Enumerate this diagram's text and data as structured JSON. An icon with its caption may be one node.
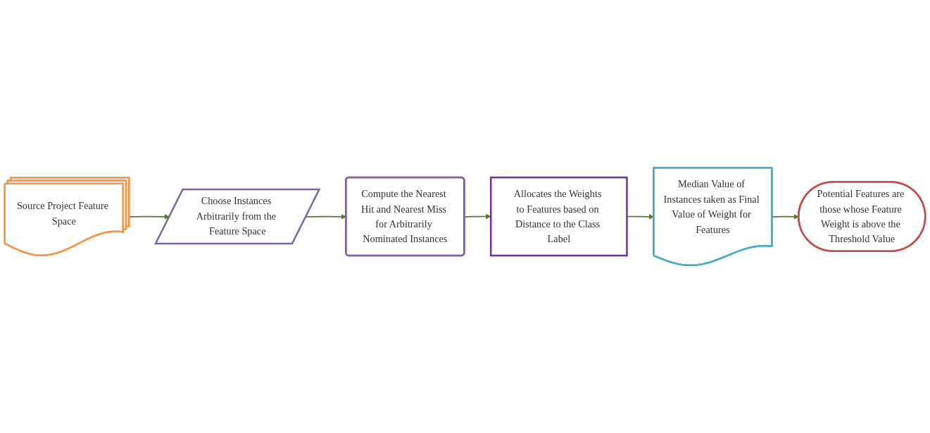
{
  "diagram": {
    "nodes": [
      {
        "text": [
          "Source Project Feature Space"
        ]
      },
      {
        "text": [
          "Choose Instances Arbitrarily from the Feature Space"
        ]
      },
      {
        "text": [
          "Compute the Nearest Hit and Nearest Miss for Arbitrarily Nominated Instances"
        ]
      },
      {
        "text": [
          "Allocates the Weights to Features based on Distance to the Class Label"
        ]
      },
      {
        "text": [
          "Median Value of Instances taken as Final Value of Weight for Features"
        ]
      },
      {
        "text": [
          "Potential Features are those whose Feature Weight is above the Threshold Value"
        ]
      }
    ],
    "edges": [
      {
        "from": 0,
        "to": 1,
        "arrow": "to"
      },
      {
        "from": 1,
        "to": 2,
        "arrow": "to"
      },
      {
        "from": 2,
        "to": 3,
        "arrow": "to"
      },
      {
        "from": 3,
        "to": 4,
        "arrow": "to"
      },
      {
        "from": 4,
        "to": 5,
        "arrow": "to"
      }
    ]
  }
}
